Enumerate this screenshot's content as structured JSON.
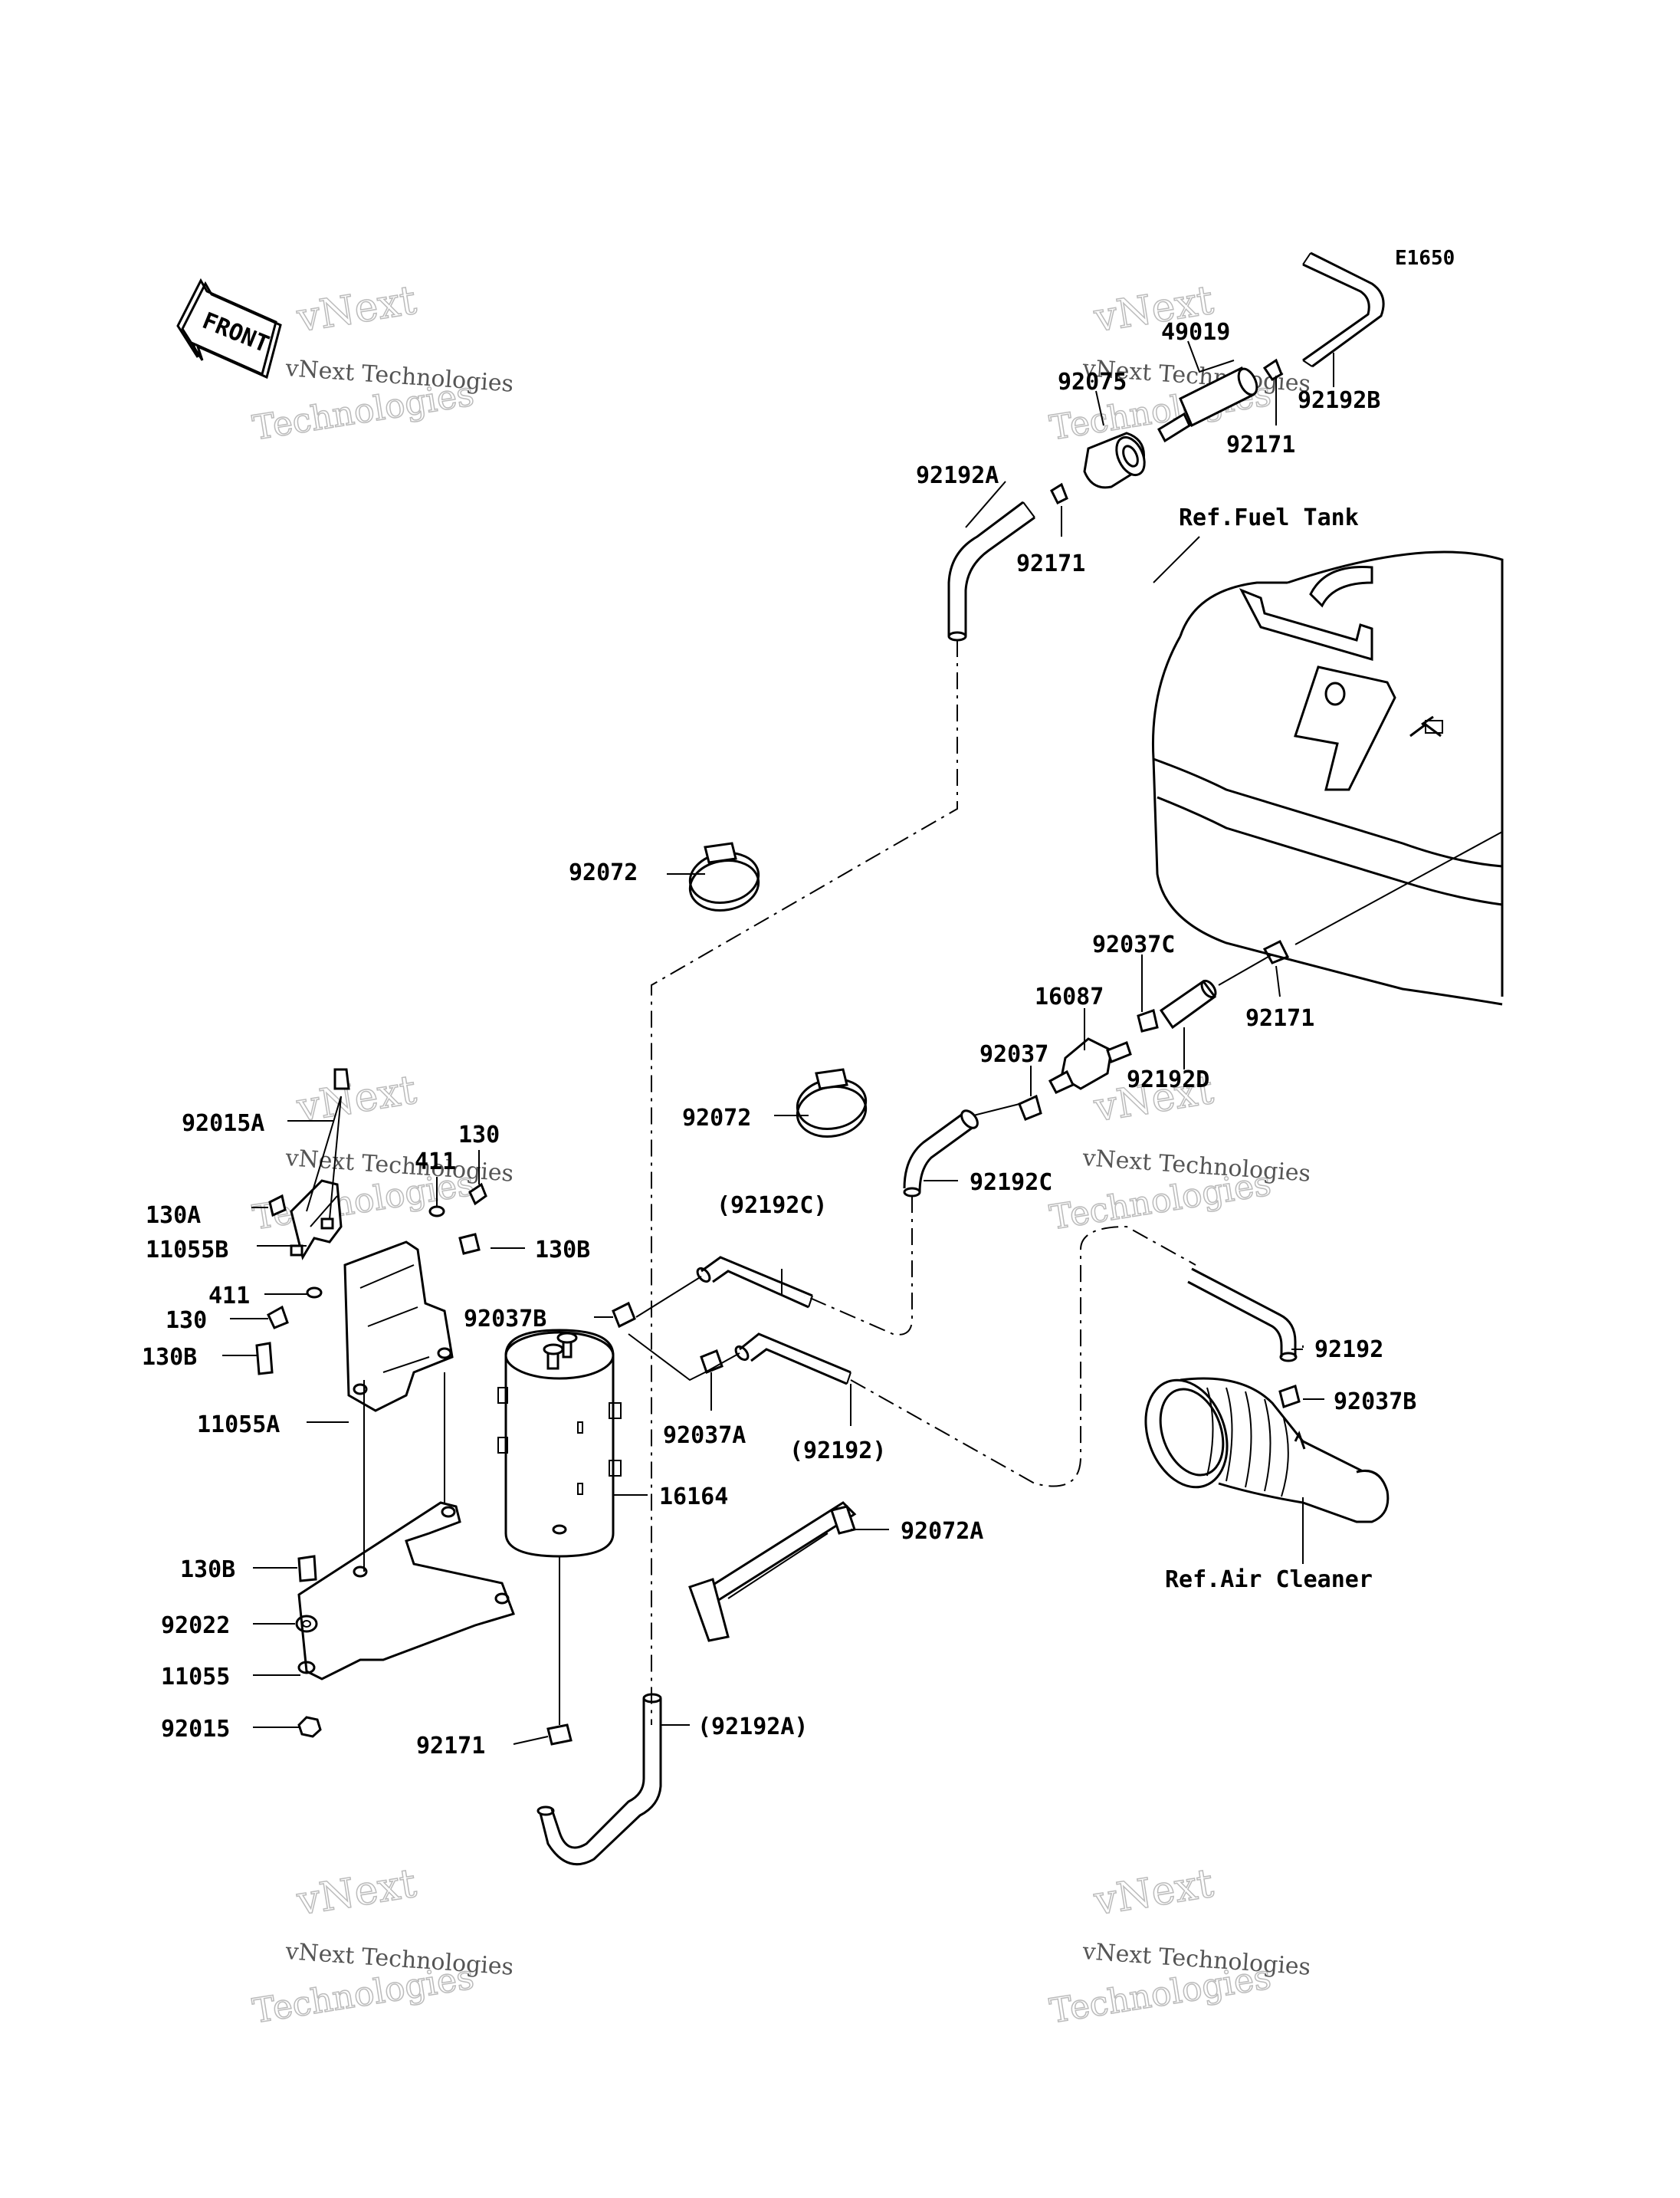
{
  "diagram_code": "E1650",
  "front_label": "FRONT",
  "watermarks": [
    {
      "line1": "vNext Technologies",
      "line2": "vNext",
      "line3": "Technologies"
    },
    {
      "line1": "vNext Technologies",
      "line2": "vNext",
      "line3": "Technologies"
    },
    {
      "line1": "vNext Technologies",
      "line2": "vNext",
      "line3": "Technologies"
    },
    {
      "line1": "vNext Technologies",
      "line2": "vNext",
      "line3": "Technologies"
    },
    {
      "line1": "vNext Technologies",
      "line2": "vNext",
      "line3": "Technologies"
    },
    {
      "line1": "vNext Technologies",
      "line2": "vNext",
      "line3": "Technologies"
    }
  ],
  "references": {
    "fuel_tank": "Ref.Fuel Tank",
    "air_cleaner": "Ref.Air Cleaner"
  },
  "callouts": [
    "49019",
    "92075",
    "92192B",
    "92171",
    "92192A",
    "92171",
    "92072",
    "92037C",
    "16087",
    "92037",
    "92171",
    "92192D",
    "92072",
    "92192C",
    "92015A",
    "130",
    "411",
    "130A",
    "11055B",
    "130B",
    "411",
    "130",
    "92037B",
    "130B",
    "(92192C)",
    "92192",
    "92037B",
    "11055A",
    "92037A",
    "(92192)",
    "16164",
    "92072A",
    "130B",
    "92022",
    "11055",
    "92015",
    "92171",
    "(92192A)"
  ]
}
